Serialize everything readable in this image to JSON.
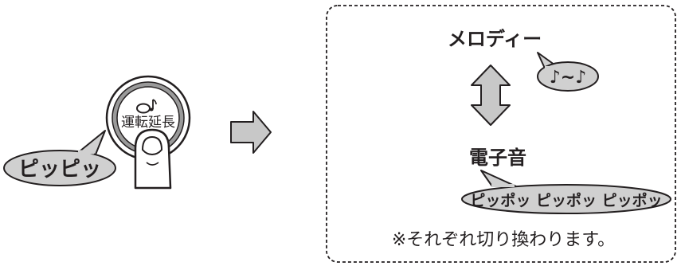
{
  "left": {
    "button_icon": "oval-music-note-icon",
    "button_label": "運転延長",
    "beep_bubble_text": "ピッピッ"
  },
  "arrow": {
    "icon": "right-arrow-icon"
  },
  "panel": {
    "melody_label": "メロディー",
    "melody_bubble_text": "♪~♪",
    "swap_arrow_icon": "up-down-arrow-icon",
    "electronic_label": "電子音",
    "electronic_bubble_text": "ピッポッ ピッポッ ピッポッ",
    "note": "※それぞれ切り換わります。"
  },
  "colors": {
    "bubble_fill": "#d0d0d0",
    "arrow_fill": "#c8c8c8",
    "outline": "#231f20",
    "button_ring": "#9a9a9a"
  }
}
